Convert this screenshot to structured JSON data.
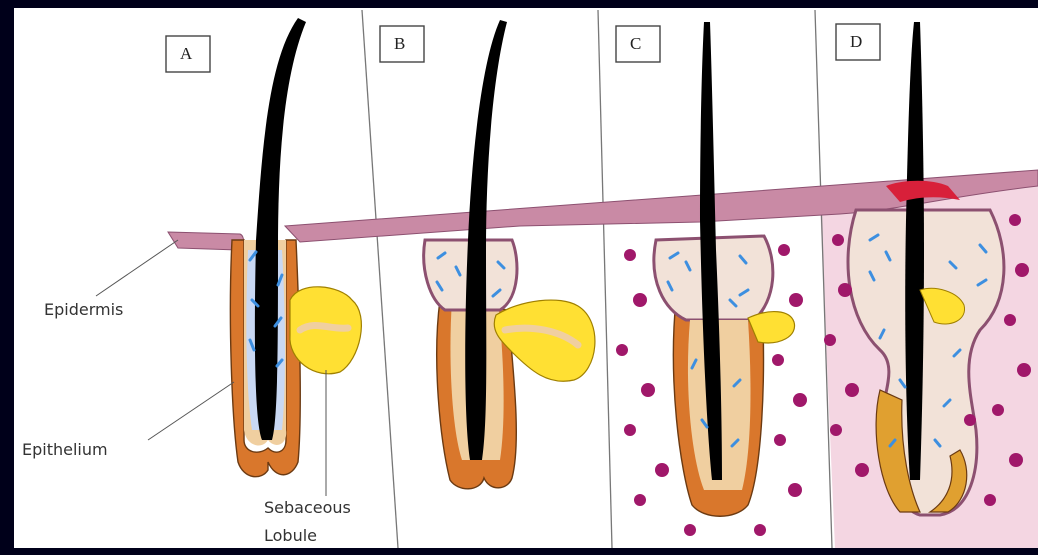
{
  "panels": [
    {
      "id": "A",
      "label": "A"
    },
    {
      "id": "B",
      "label": "B"
    },
    {
      "id": "C",
      "label": "C"
    },
    {
      "id": "D",
      "label": "D"
    }
  ],
  "annotations": {
    "epidermis": "Epidermis",
    "epithelium": "Epithelium",
    "sebaceous_line1": "Sebaceous",
    "sebaceous_line2": "Lobule"
  },
  "colors": {
    "background": "#000010",
    "skin": "#c98aa5",
    "inflamed_dermis": "#f2d3df",
    "hair": "#000000",
    "epithelium_orange": "#d9772c",
    "inner_sheath": "#f0cfa0",
    "sebaceous_yellow": "#ffe033",
    "bacteria_blue": "#3d8fe0",
    "inflammatory_cells": "#a0186a",
    "blood_red": "#d8203a"
  }
}
